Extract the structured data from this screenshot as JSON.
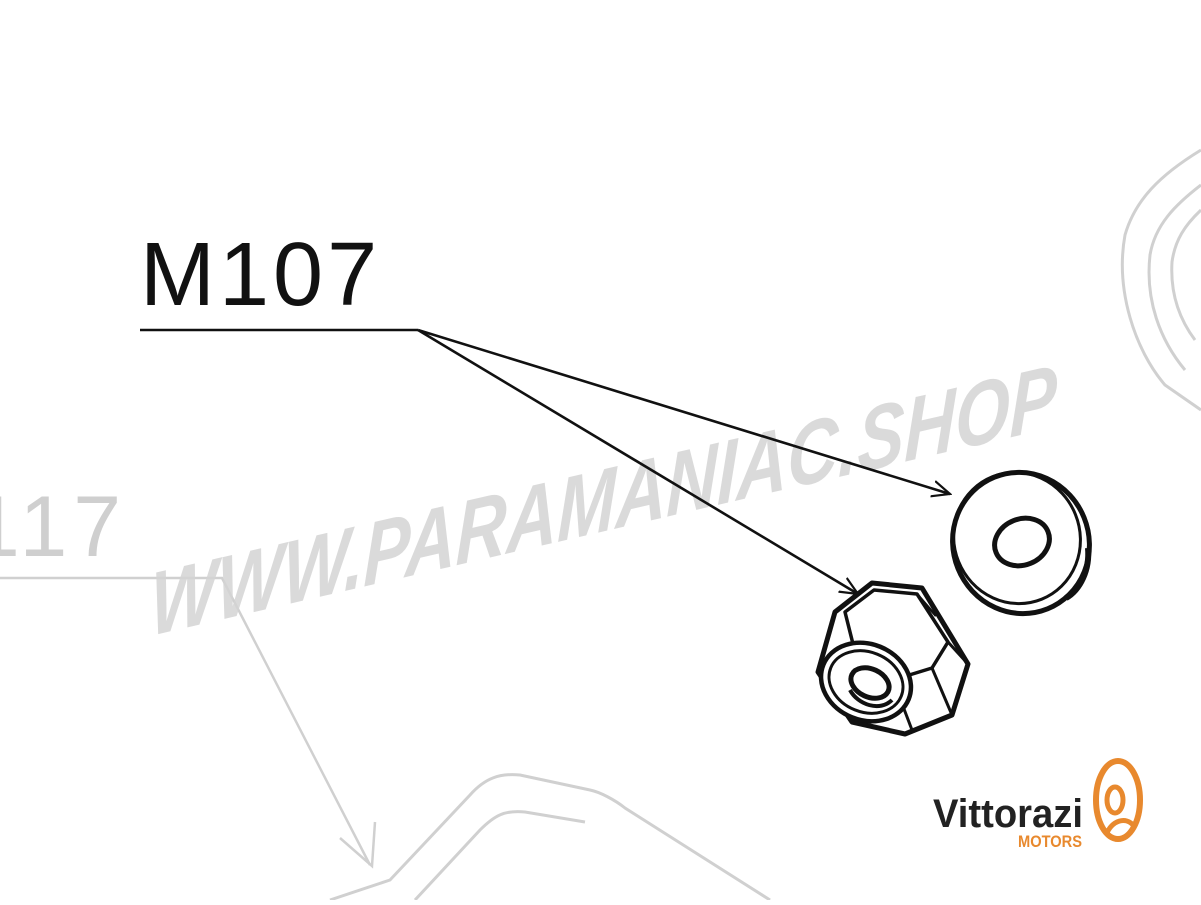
{
  "diagram": {
    "part_label": "M107",
    "background_part_label": "117",
    "watermark": "WWW.PARAMANIAC.SHOP",
    "parts": [
      {
        "name": "self-locking hex nut"
      },
      {
        "name": "flat washer"
      }
    ]
  },
  "brand": {
    "name": "Vittorazi",
    "tagline": "MOTORS",
    "accent_color": "#e8892e",
    "text_color": "#222222"
  },
  "colors": {
    "line": "#111111",
    "ghost": "#cfcfcf",
    "watermark": "#cccccc"
  },
  "icons": {
    "nut": "hex-nut-icon",
    "washer": "washer-icon",
    "logo": "vittorazi-logo-icon"
  }
}
